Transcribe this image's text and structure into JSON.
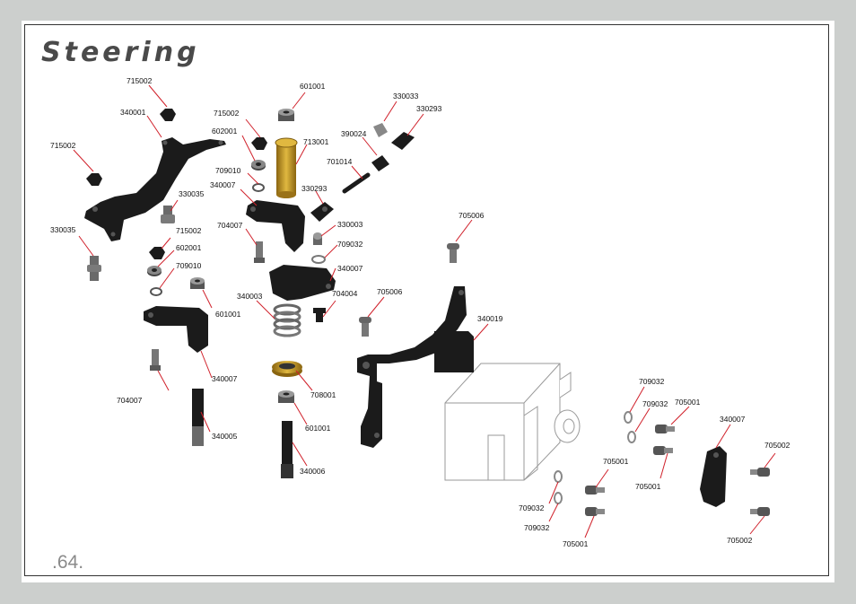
{
  "page": {
    "title": "Steering",
    "page_number": ".64."
  },
  "colors": {
    "leader": "#d0202a",
    "part": "#1a1a1a",
    "gold": "#c89a20",
    "servo_outline": "#9a9a9a"
  },
  "labels": {
    "l715002a": "715002",
    "l340001": "340001",
    "l715002b": "715002",
    "l330035a": "330035",
    "l330035b": "330035",
    "l715002c": "715002",
    "l602001a": "602001",
    "l709010a": "709010",
    "l601001a": "601001",
    "l704007a": "704007",
    "l340007a": "340007",
    "l715002d": "715002",
    "l602001b": "602001",
    "l709010b": "709010",
    "l340007b": "340007",
    "l704007b": "704007",
    "l601001b": "601001",
    "l713001": "713001",
    "l330293a": "330293",
    "l330003": "330003",
    "l709032a": "709032",
    "l340007c": "340007",
    "l340003": "340003",
    "l704004": "704004",
    "l708001": "708001",
    "l601001c": "601001",
    "l340005": "340005",
    "l340006": "340006",
    "l330033": "330033",
    "l330293b": "330293",
    "l390024": "390024",
    "l701014": "701014",
    "l705006a": "705006",
    "l705006b": "705006",
    "l340019": "340019",
    "l709032b": "709032",
    "l709032c": "709032",
    "l705001a": "705001",
    "l705001b": "705001",
    "l705001c": "705001",
    "l340007d": "340007",
    "l705002a": "705002",
    "l705002b": "705002",
    "l709032d": "709032",
    "l709032e": "709032",
    "l705001d": "705001"
  }
}
